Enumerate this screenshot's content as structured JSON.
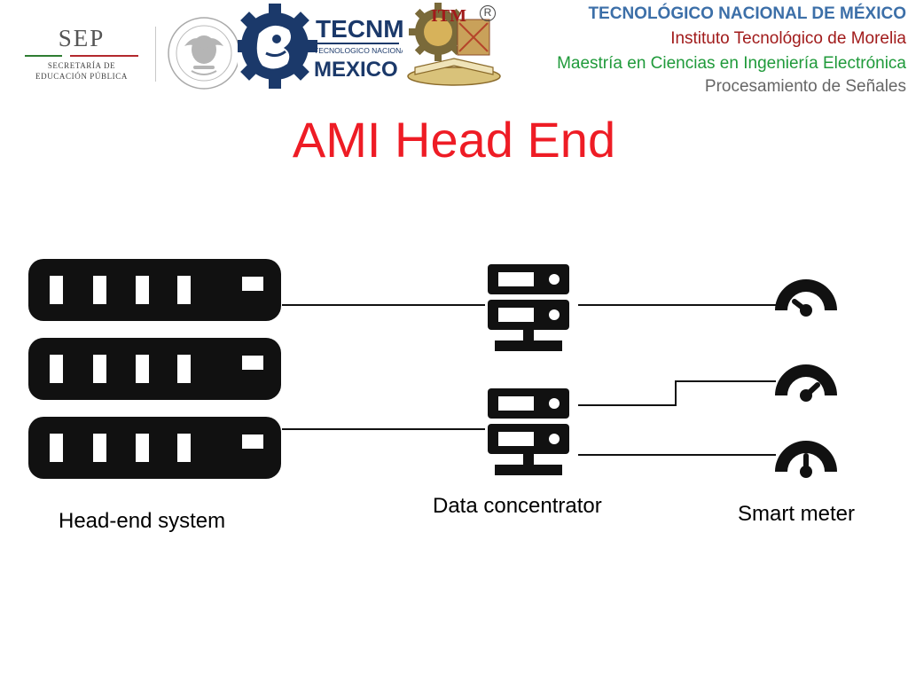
{
  "header": {
    "sep_word": "SEP",
    "sep_sub1": "SECRETARÍA DE",
    "sep_sub2": "EDUCACIÓN PÚBLICA",
    "tecnm_main": "TECNM",
    "tecnm_sub": "TECNOLOGICO NACIONAL DE",
    "tecnm_country": "MEXICO",
    "itm_mark": "ITM",
    "registered": "R",
    "line1": "TECNOLÓGICO NACIONAL DE MÉXICO",
    "line2": "Instituto Tecnológico de Morelia",
    "line3": "Maestría en Ciencias en Ingeniería Electrónica",
    "line4": "Procesamiento de Señales"
  },
  "slide": {
    "title": "AMI Head End"
  },
  "diagram": {
    "head_end_label": "Head-end system",
    "concentrator_label": "Data concentrator",
    "meter_label": "Smart meter"
  },
  "colors": {
    "title": "#ee1c25",
    "line1": "#3c6fa8",
    "line2": "#a11b1b",
    "line3": "#1f9a3a",
    "line4": "#666666",
    "icon": "#111111"
  },
  "icons": [
    "server-rack-icon",
    "server-icon",
    "gauge-icon",
    "eagle-seal-icon",
    "tecnm-logo-icon",
    "itm-logo-icon"
  ]
}
